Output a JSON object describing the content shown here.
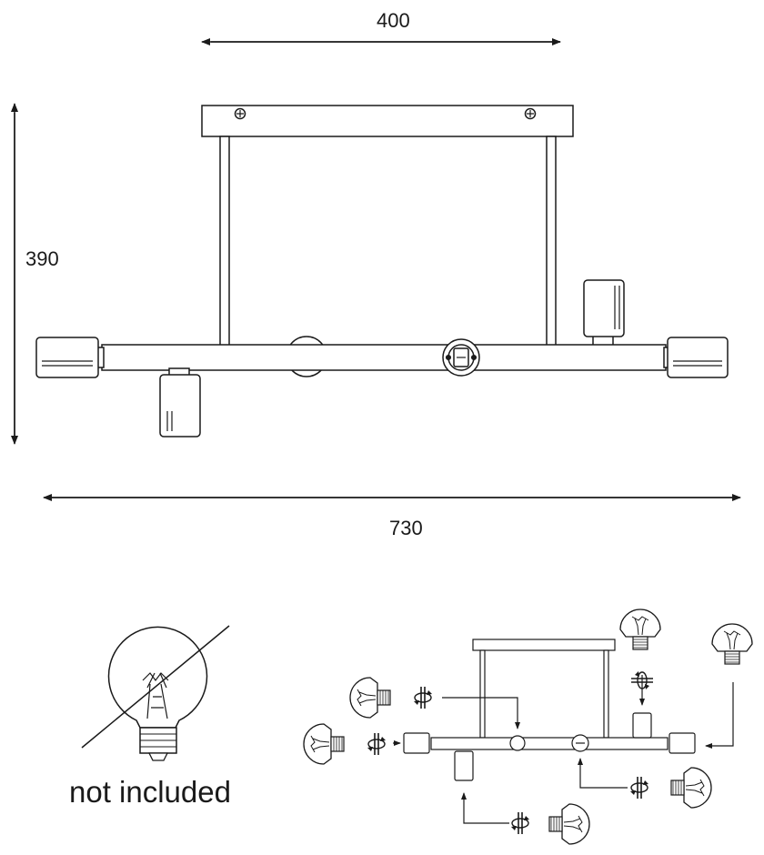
{
  "dimensions": {
    "top_width": "400",
    "height": "390",
    "total_width": "730"
  },
  "bulb_note": "not included"
}
